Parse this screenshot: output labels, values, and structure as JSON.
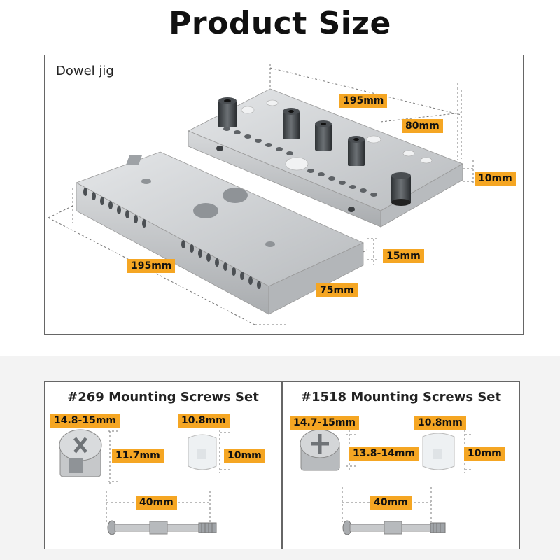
{
  "header": {
    "title": "Product Size"
  },
  "dowel_jig": {
    "label": "Dowel jig",
    "dims": {
      "top_length": "195mm",
      "top_width": "80mm",
      "top_height": "10mm",
      "base_height": "15mm",
      "base_length": "195mm",
      "base_width": "75mm"
    }
  },
  "screw_sets": [
    {
      "title": "#269 Mounting Screws Set",
      "cam_diameter": "14.8-15mm",
      "cam_height": "11.7mm",
      "sleeve_diameter": "10.8mm",
      "sleeve_height": "10mm",
      "bolt_length": "40mm"
    },
    {
      "title": "#1518 Mounting Screws Set",
      "cam_diameter": "14.7-15mm",
      "cam_height": "13.8-14mm",
      "sleeve_diameter": "10.8mm",
      "sleeve_height": "10mm",
      "bolt_length": "40mm"
    }
  ],
  "colors": {
    "tag": "#f5a623",
    "metal": "#c9cbcd",
    "border": "#666666"
  }
}
